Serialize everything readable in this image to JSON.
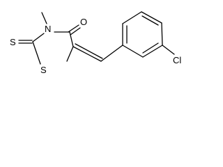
{
  "structure": {
    "atoms": {
      "sulfur_thione": "S",
      "nitrogen": "N",
      "oxygen": "O",
      "sulfur_ring": "S",
      "chlorine": "Cl"
    }
  },
  "colors": {
    "background": "#ffffff",
    "ink": "#000000"
  }
}
